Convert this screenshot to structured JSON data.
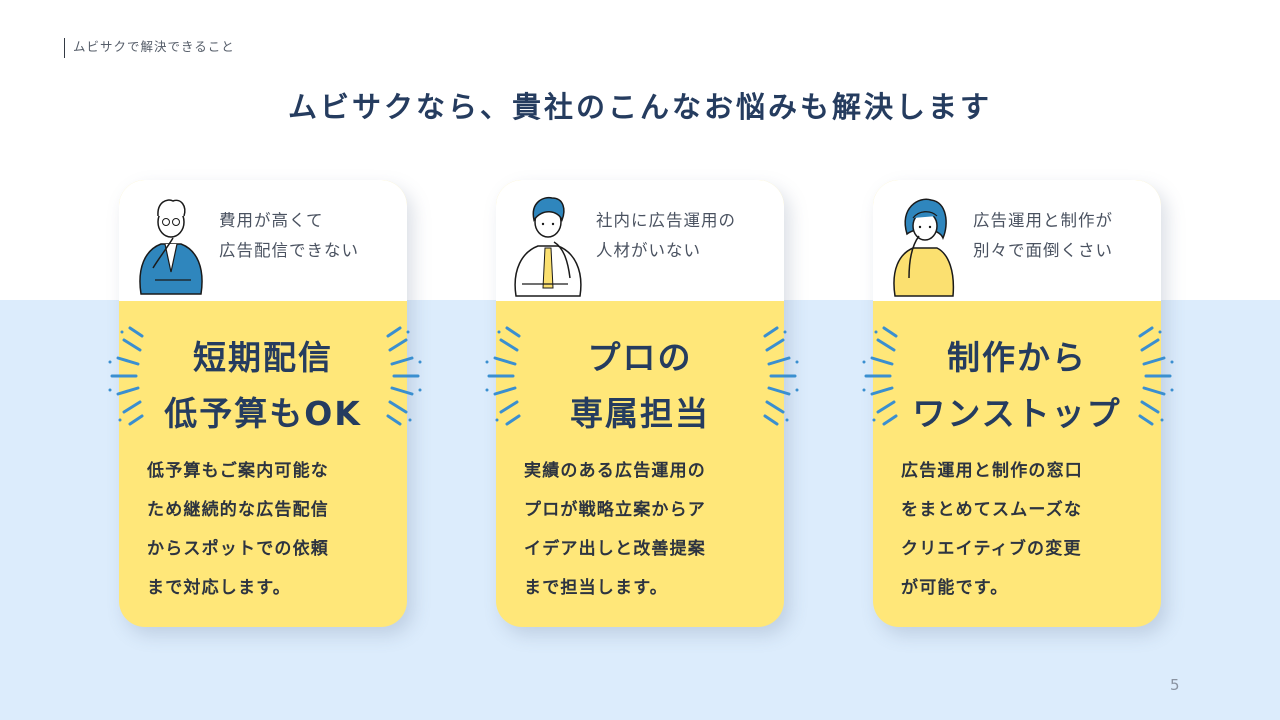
{
  "header": {
    "section_label": "ムビサクで解決できること",
    "title": "ムビサクなら、貴社のこんなお悩みも解決します"
  },
  "cards": [
    {
      "avatar_icon": "worried-man-glasses-blue-sweater",
      "worry_line1": "費用が高くて",
      "worry_line2": "広告配信できない",
      "headline_line1": "短期配信",
      "headline_line2": "低予算もOK",
      "desc_lines": [
        "低予算もご案内可能な",
        "ため継続的な広告配信",
        "からスポットでの依頼",
        "まで対応します。"
      ]
    },
    {
      "avatar_icon": "worried-man-yellow-tie",
      "worry_line1": "社内に広告運用の",
      "worry_line2": "人材がいない",
      "headline_line1": "プロの",
      "headline_line2": "専属担当",
      "desc_lines": [
        "実績のある広告運用の",
        "プロが戦略立案からア",
        "イデア出しと改善提案",
        "まで担当します。"
      ]
    },
    {
      "avatar_icon": "worried-woman-yellow-sweater",
      "worry_line1": "広告運用と制作が",
      "worry_line2": "別々で面倒くさい",
      "headline_line1": "制作から",
      "headline_line2": "ワンストップ",
      "desc_lines": [
        "広告運用と制作の窓口",
        "をまとめてスムーズな",
        "クリエイティブの変更",
        "が可能です。"
      ]
    }
  ],
  "colors": {
    "title": "#253c5f",
    "card_yellow": "#ffe779",
    "band_blue": "#dcecfc",
    "accent_blue": "#3a8fd0"
  },
  "footer": {
    "page_number": "5"
  }
}
